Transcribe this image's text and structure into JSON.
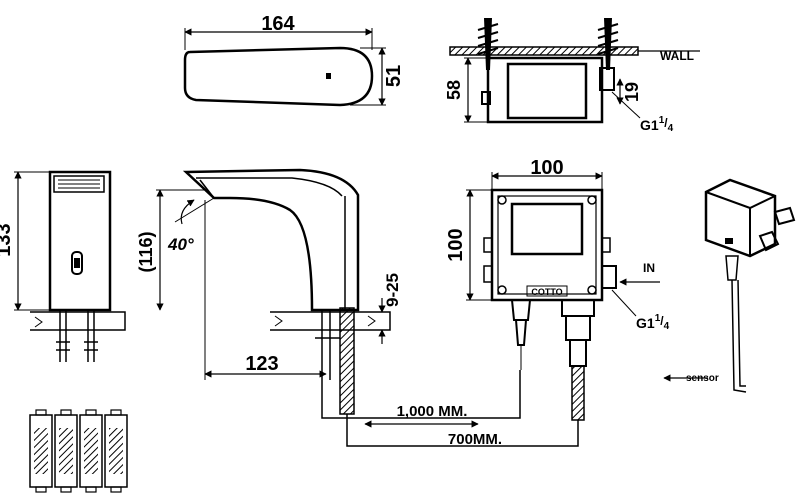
{
  "dimensions": {
    "top_width": "164",
    "top_depth": "51",
    "box_height_side": "58",
    "connector_offset": "19",
    "wall_label": "WALL",
    "thread_top": "G1",
    "frac_top_num": "1",
    "frac_top_den": "4",
    "faucet_height": "133",
    "spout_height": "(116)",
    "spout_angle": "40°",
    "deck_thickness": "9-25",
    "spout_reach": "123",
    "box_width": "100",
    "box_height": "100",
    "in_label": "IN",
    "thread_side": "G1",
    "frac_side_num": "1",
    "frac_side_den": "4",
    "brand": "COTTO",
    "hose_long": "1,000 MM.",
    "hose_short": "700MM.",
    "sensor_label": "sensor"
  },
  "colors": {
    "line": "#000000",
    "background": "#ffffff",
    "hatch": "#000000"
  },
  "icons": [
    "battery-icon",
    "arrow-left-icon",
    "screw-icon"
  ]
}
